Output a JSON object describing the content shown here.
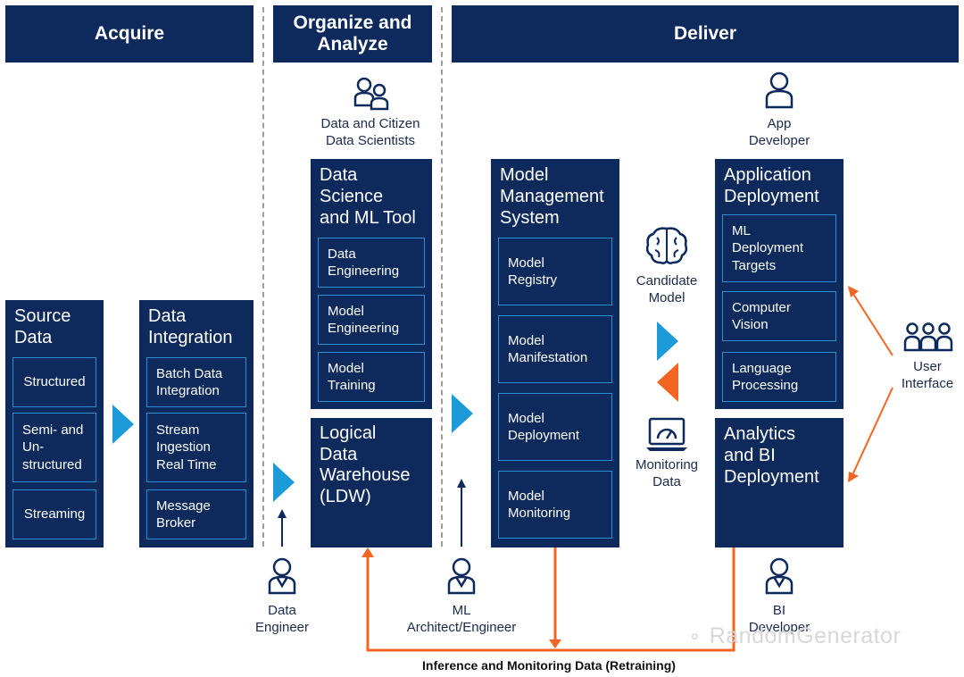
{
  "headers": {
    "acquire": "Acquire",
    "organize": "Organize and\nAnalyze",
    "deliver": "Deliver"
  },
  "roles": {
    "data_scientists": "Data and Citizen\nData Scientists",
    "app_developer": "App\nDeveloper",
    "data_engineer": "Data\nEngineer",
    "ml_architect": "ML\nArchitect/Engineer",
    "bi_developer": "BI\nDeveloper",
    "user_interface": "User\nInterface"
  },
  "source_data": {
    "title": "Source\nData",
    "items": [
      "Structured",
      "Semi- and\nUn-\nstructured",
      "Streaming"
    ]
  },
  "data_integration": {
    "title": "Data\nIntegration",
    "items": [
      "Batch Data\nIntegration",
      "Stream\nIngestion\nReal Time",
      "Message\nBroker"
    ]
  },
  "ds_ml_tool": {
    "title": "Data\nScience\nand ML Tool",
    "items": [
      "Data\nEngineering",
      "Model\nEngineering",
      "Model\nTraining"
    ]
  },
  "ldw": {
    "title": "Logical\nData\nWarehouse\n(LDW)"
  },
  "model_mgmt": {
    "title": "Model\nManagement\nSystem",
    "items": [
      "Model\nRegistry",
      "Model\nManifestation",
      "Model\nDeployment",
      "Model\nMonitoring"
    ]
  },
  "middle_labels": {
    "candidate_model": "Candidate\nModel",
    "monitoring_data": "Monitoring\nData"
  },
  "app_deployment": {
    "title": "Application\nDeployment",
    "items": [
      "ML\nDeployment\nTargets",
      "Computer\nVision",
      "Language\nProcessing"
    ]
  },
  "analytics_bi": {
    "title": "Analytics\nand BI\nDeployment"
  },
  "footer": "Inference and Monitoring Data (Retraining)",
  "watermark": "RandomGenerator",
  "colors": {
    "navy": "#0e2a5c",
    "accent_blue": "#1d9ad8",
    "orange": "#f26522",
    "border_blue": "#2b8fd6"
  }
}
